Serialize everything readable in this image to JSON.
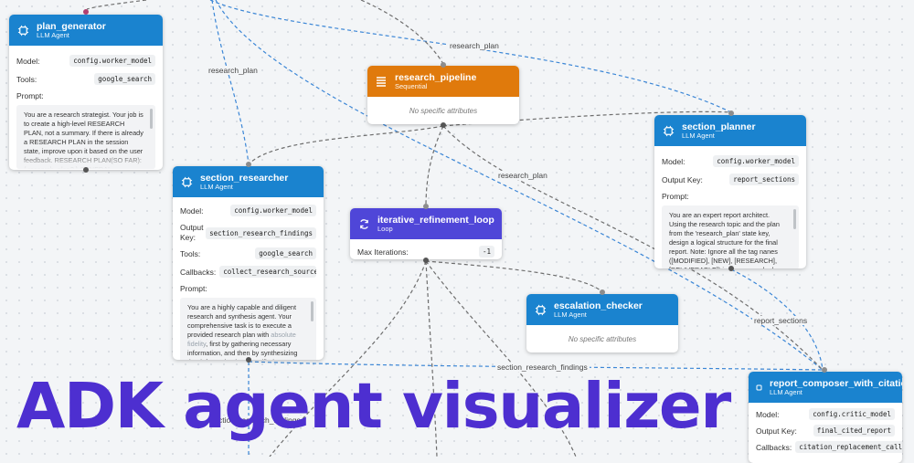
{
  "colors": {
    "agent_header": "#1a83cf",
    "sequential_header": "#e07a0c",
    "loop_header": "#4f46d8",
    "title_text": "#4d2fd0",
    "edge_blue": "#3b86d6",
    "edge_gray": "#6e6e6e"
  },
  "labels": {
    "model": "Model:",
    "tools": "Tools:",
    "prompt": "Prompt:",
    "output_key": "Output Key:",
    "output": "Output",
    "key": "Key:",
    "callbacks": "Callbacks:",
    "max_iterations": "Max Iterations:",
    "no_attributes": "No specific attributes"
  },
  "edge_labels": {
    "research_plan_top": "research_plan",
    "research_plan_left": "research_plan",
    "research_plan_mid": "research_plan",
    "report_sections": "report_sections",
    "section_research_findings": "section_research_findings",
    "section_research_findings_bottom": "section_research_findings"
  },
  "nodes": {
    "plan_generator": {
      "title": "plan_generator",
      "type": "LLM Agent",
      "icon": "chip-icon",
      "model": "config.worker_model",
      "tools": "google_search",
      "prompt": "You are a research strategist. Your job is to create a high-level RESEARCH PLAN, not a summary. If there is already a RESEARCH PLAN in the session state, improve upon it based on the user feedback. RESEARCH PLAN(SO FAR): { research_plan? } GENERAL INSTRUCTION: CLASSIFY TASK"
    },
    "research_pipeline": {
      "title": "research_pipeline",
      "type": "Sequential",
      "icon": "list-icon"
    },
    "section_planner": {
      "title": "section_planner",
      "type": "LLM Agent",
      "icon": "chip-icon",
      "model": "config.worker_model",
      "output_key": "report_sections",
      "prompt": "You are an expert report architect. Using the research topic and the plan from the 'research_plan' state key, design a logical structure for the final report. Note: Ignore all the tag nanes ([MODIFIED], [NEW], [RESEARCH], [DELIVERABLE]) in the research plan. Your task is to create a"
    },
    "section_researcher": {
      "title": "section_researcher",
      "type": "LLM Agent",
      "icon": "chip-icon",
      "model": "config.worker_model",
      "output_key": "section_research_findings",
      "tools": "google_search",
      "callbacks": "collect_research_sources_call",
      "prompt_a": "You are a highly capable and diligent research and synthesis agent. Your comprehensive task is to execute a provided research plan with ",
      "prompt_highlight": "absolute fidelity",
      "prompt_b": ", first by gathering necessary information, and then by synthesizing that information into specified outputs. You will be provided with a sequential"
    },
    "iterative_refinement_loop": {
      "title": "iterative_refinement_loop",
      "type": "Loop",
      "icon": "loop-icon",
      "max_iterations": "-1"
    },
    "escalation_checker": {
      "title": "escalation_checker",
      "type": "LLM Agent",
      "icon": "chip-icon"
    },
    "report_composer": {
      "title": "report_composer_with_citations",
      "type": "LLM Agent",
      "icon": "chip-icon",
      "model": "config.critic_model",
      "output_key": "final_cited_report",
      "callbacks": "citation_replacement_callback"
    }
  },
  "headline": "ADK agent visualizer"
}
